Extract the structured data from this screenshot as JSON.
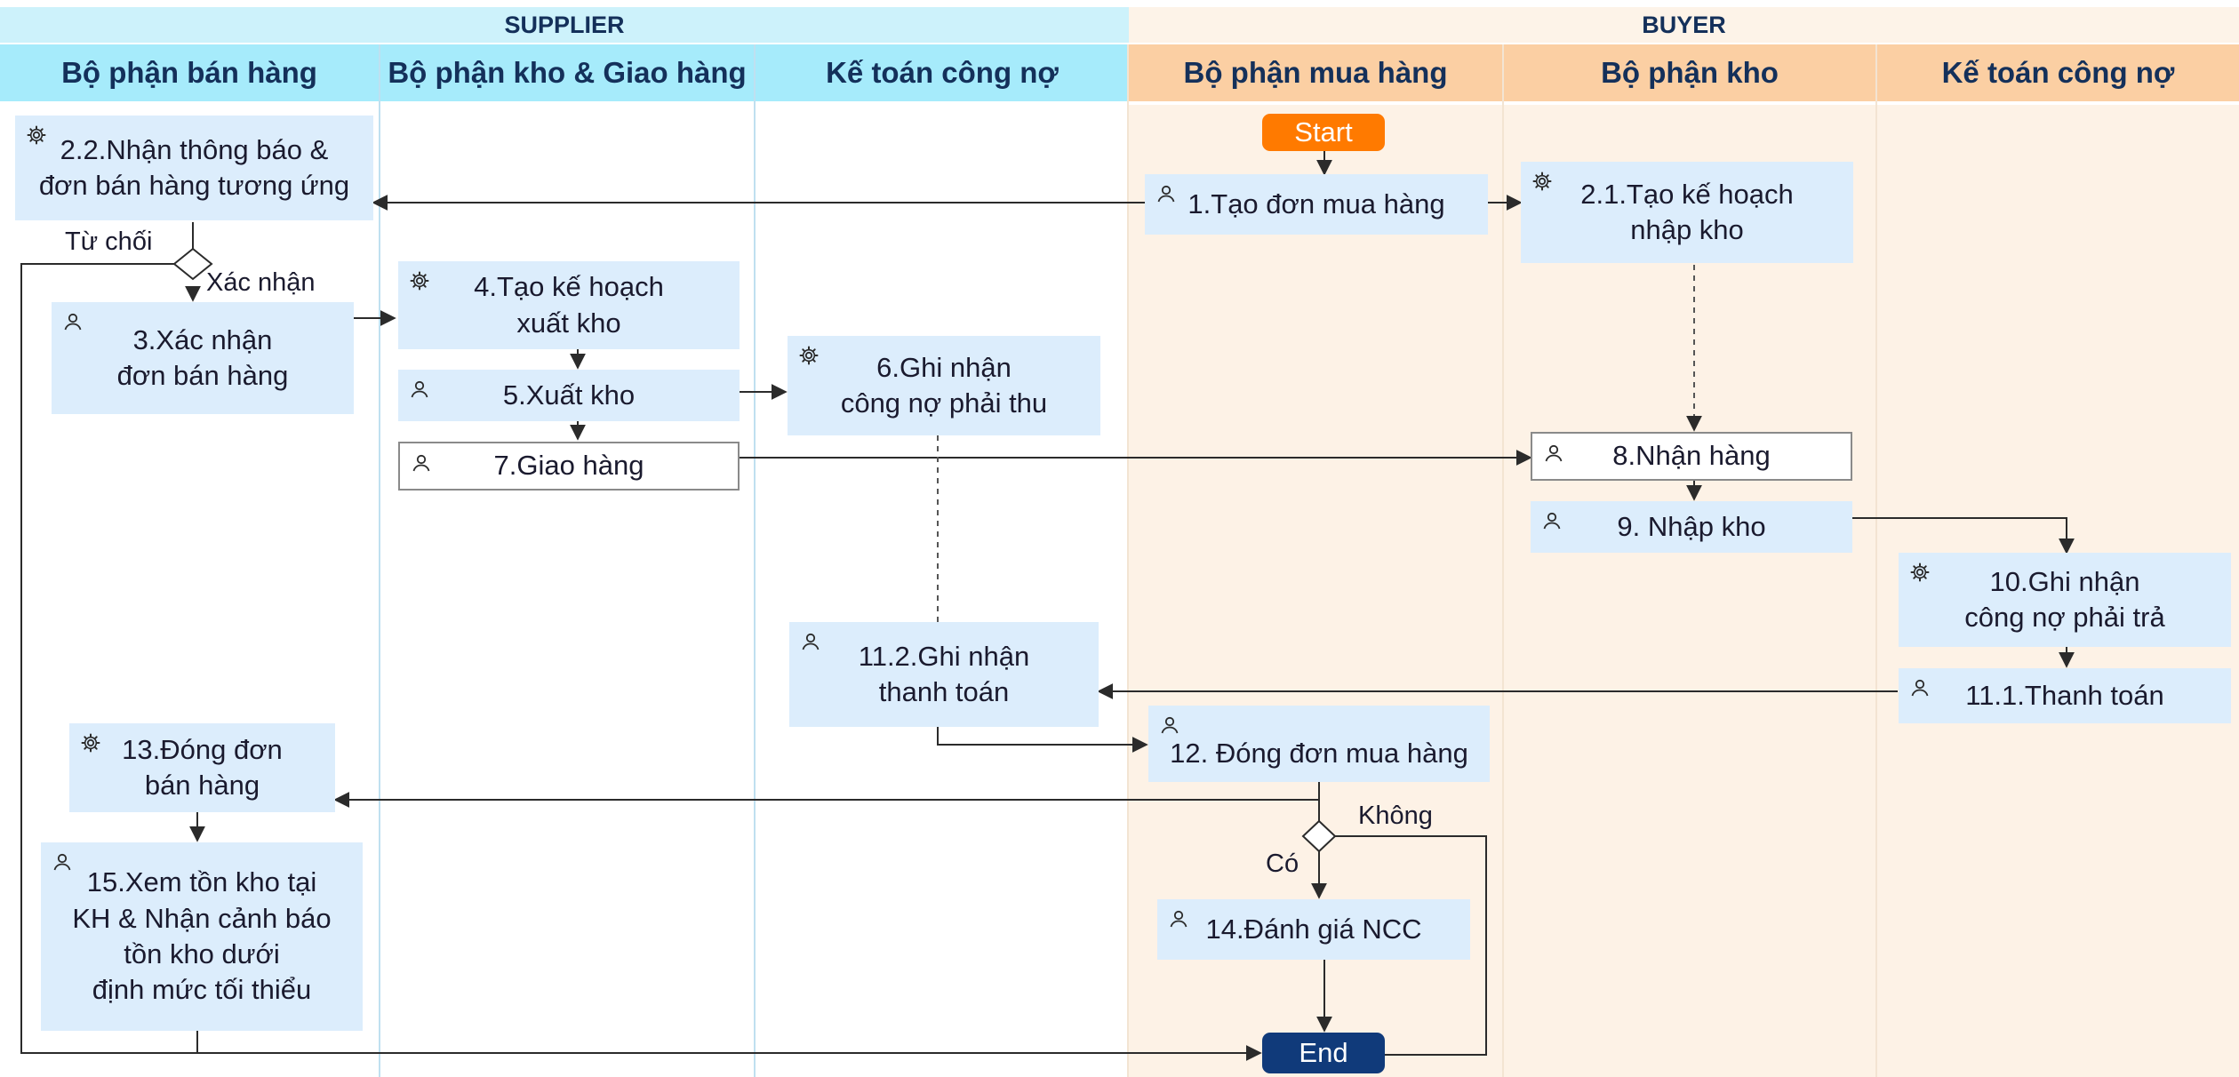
{
  "groups": {
    "supplier": "SUPPLIER",
    "buyer": "BUYER"
  },
  "lanes": {
    "sales": "Bộ phận bán hàng",
    "warehouse_delivery": "Bộ phận kho & Giao hàng",
    "supplier_accounting": "Kế toán công nợ",
    "purchasing": "Bộ phận mua hàng",
    "buyer_warehouse": "Bộ phận kho",
    "buyer_accounting": "Kế toán công nợ"
  },
  "terminals": {
    "start": "Start",
    "end": "End"
  },
  "nodes": {
    "n1": {
      "label": "1.Tạo đơn mua hàng",
      "icon": "user-icon"
    },
    "n2_1": {
      "label": "2.1.Tạo kế hoạch\nnhập kho",
      "icon": "gear-icon"
    },
    "n2_2": {
      "label": "2.2.Nhận thông báo &\nđơn bán hàng tương ứng",
      "icon": "gear-icon"
    },
    "n3": {
      "label": "3.Xác nhận\nđơn bán hàng",
      "icon": "user-icon"
    },
    "n4": {
      "label": "4.Tạo kế hoạch\nxuất kho",
      "icon": "gear-icon"
    },
    "n5": {
      "label": "5.Xuất kho",
      "icon": "user-icon"
    },
    "n6": {
      "label": "6.Ghi nhận\ncông nợ phải thu",
      "icon": "gear-icon"
    },
    "n7": {
      "label": "7.Giao hàng",
      "icon": "user-icon"
    },
    "n8": {
      "label": "8.Nhận hàng",
      "icon": "user-icon"
    },
    "n9": {
      "label": "9.  Nhập kho",
      "icon": "user-icon"
    },
    "n10": {
      "label": "10.Ghi nhận\ncông nợ phải trả",
      "icon": "gear-icon"
    },
    "n11_1": {
      "label": "11.1.Thanh toán",
      "icon": "user-icon"
    },
    "n11_2": {
      "label": "11.2.Ghi nhận\nthanh toán",
      "icon": "user-icon"
    },
    "n12": {
      "label": "12. Đóng đơn mua hàng",
      "icon": "user-icon"
    },
    "n13": {
      "label": "13.Đóng đơn\nbán hàng",
      "icon": "gear-icon"
    },
    "n14": {
      "label": "14.Đánh giá NCC",
      "icon": "user-icon"
    },
    "n15": {
      "label": "15.Xem tồn kho tại\nKH & Nhận cảnh báo\ntồn kho dưới\nđịnh mức tối thiểu",
      "icon": "user-icon"
    }
  },
  "edge_labels": {
    "reject": "Từ chối",
    "confirm": "Xác nhận",
    "no": "Không",
    "yes": "Có"
  },
  "colors": {
    "supplier_header": "#cdf2fb",
    "buyer_header": "#fdf3e8",
    "supplier_lane_head": "#a6ebfb",
    "buyer_lane_head": "#fbcfa3",
    "buyer_lane_bg": "#fdf2e6",
    "node_fill": "#dcedfc",
    "start_fill": "#ff7a00",
    "end_fill": "#103a7a"
  }
}
